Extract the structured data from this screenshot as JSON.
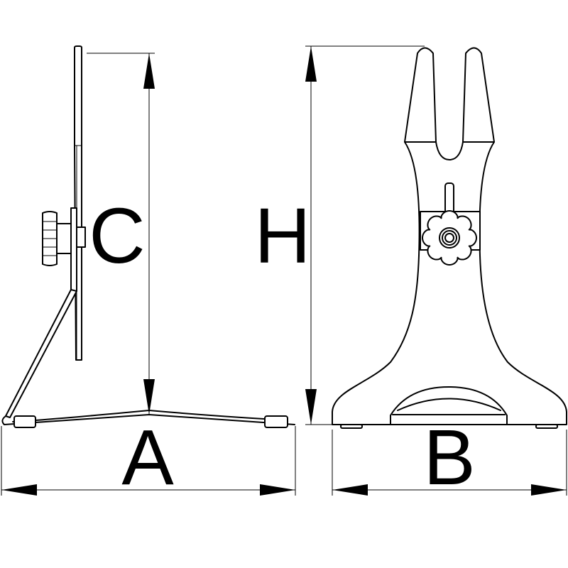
{
  "diagram": {
    "labels": {
      "a": "A",
      "b": "B",
      "c": "C",
      "h": "H"
    },
    "colors": {
      "line": "#000000",
      "background": "#ffffff"
    }
  }
}
